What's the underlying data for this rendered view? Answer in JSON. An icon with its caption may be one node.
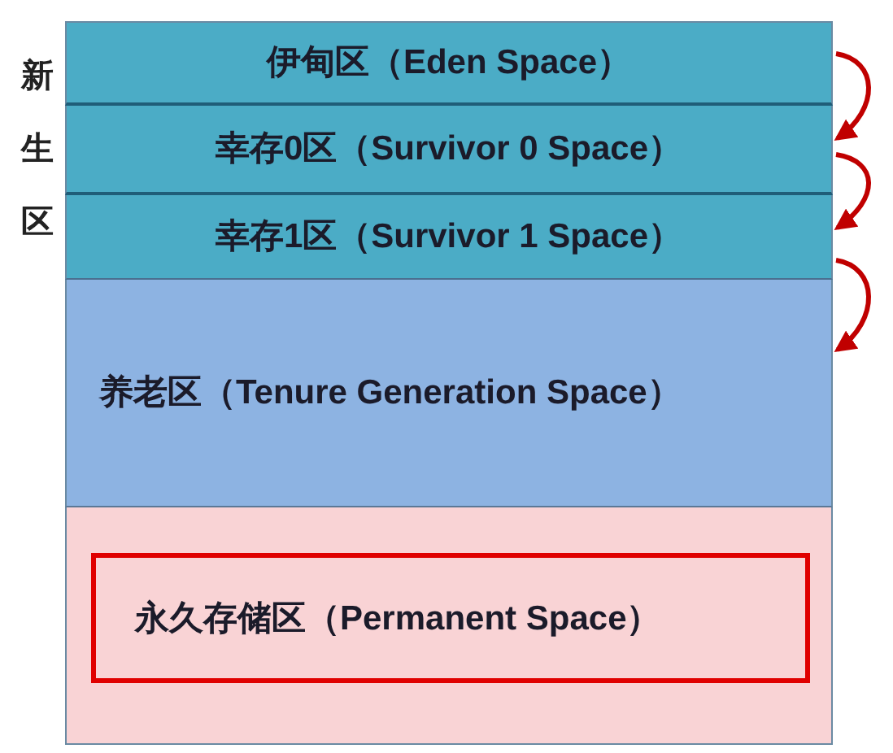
{
  "diagram": {
    "nodes": [
      {
        "text": [
          "伊甸区（Eden Space）"
        ]
      },
      {
        "text": [
          "幸存0区（Survivor 0 Space）"
        ]
      },
      {
        "text": [
          "幸存1区（Survivor 1 Space）"
        ]
      },
      {
        "text": [
          "养老区（Tenure Generation Space）"
        ]
      },
      {
        "text": [],
        "shape": "box"
      },
      {
        "text": [
          "永久存储区（Permanent Space）"
        ],
        "in": 4
      }
    ],
    "edges": [
      {
        "from": 0,
        "to": 1,
        "arrow": "to"
      },
      {
        "from": 1,
        "to": 2,
        "arrow": "to"
      },
      {
        "from": 2,
        "to": 3,
        "arrow": "to"
      }
    ],
    "labels": [
      "新生区"
    ]
  }
}
